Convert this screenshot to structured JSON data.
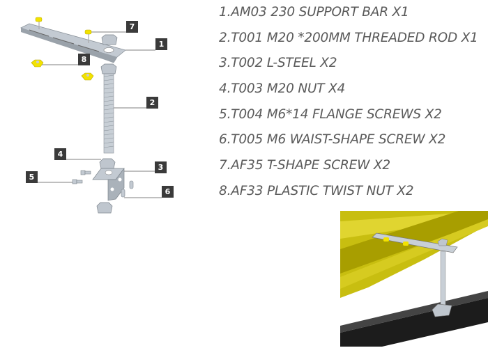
{
  "callouts": [
    "1",
    "2",
    "3",
    "4",
    "5",
    "6",
    "7",
    "8"
  ],
  "parts": [
    "1.AM03 230 SUPPORT BAR X1",
    "2.T001 M20 *200MM THREADED ROD X1",
    "3.T002 L-STEEL X2",
    "4.T003 M20 NUT X4",
    "5.T004 M6*14 FLANGE SCREWS X2",
    "6.T005 M6 WAIST-SHAPE SCREW X2",
    "7.AF35 T-SHAPE SCREW X2",
    "8.AF33 PLASTIC TWIST NUT X2"
  ],
  "colors": {
    "steel": "#b9c0c8",
    "plastic": "#f2e200",
    "callout": "#3a3a3a",
    "rail": "#c8be10"
  }
}
